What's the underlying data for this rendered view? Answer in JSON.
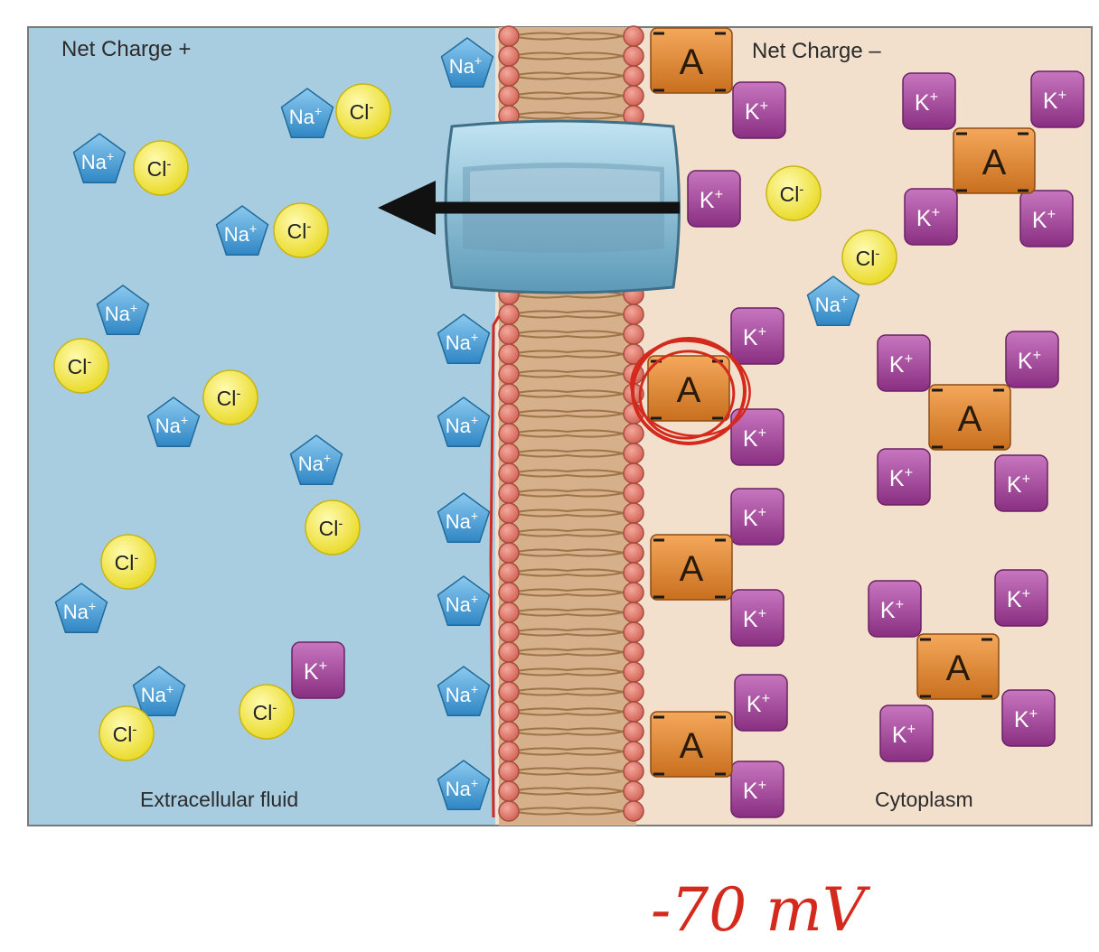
{
  "labels": {
    "left_net_charge": "Net Charge +",
    "right_net_charge": "Net Charge –",
    "extracellular": "Extracellular fluid",
    "cytoplasm": "Cytoplasm",
    "membrane_potential": "-70 mV"
  },
  "ions": {
    "sodium": "Na",
    "chloride": "Cl",
    "potassium": "K",
    "anion": "A",
    "plus": "+",
    "minus": "-"
  },
  "colors": {
    "extracellular_bg": "#a9cde0",
    "cytoplasm_bg": "#f2e0cc",
    "sodium": "#4a9fd0",
    "chloride": "#f2e43a",
    "potassium": "#9b3f93",
    "anion": "#dc8230",
    "lipid_head": "#e07b6e",
    "channel": "#8cc6dc",
    "annotation": "#d42a1e"
  }
}
